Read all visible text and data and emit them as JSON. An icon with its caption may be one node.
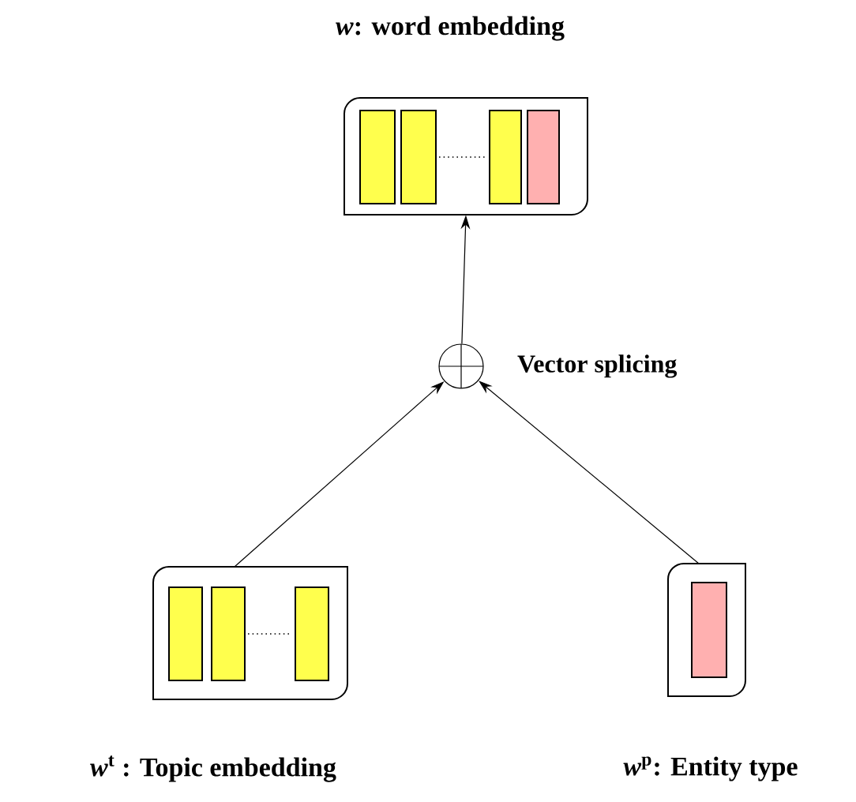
{
  "diagram": {
    "nodes": [
      {
        "text": [
          "*w*: word embedding"
        ]
      },
      {
        "text": [],
        "shape": "circle",
        "beside": [
          "Vector splicing"
        ]
      },
      {
        "text": [
          "*w*$^{t}$ : Topic embedding"
        ]
      },
      {
        "text": [
          "*w*$^{p}$: Entity type"
        ]
      }
    ],
    "edges": [
      {
        "from": 1,
        "to": 0,
        "arrow": "to"
      },
      {
        "from": 2,
        "to": 1,
        "arrow": "to"
      },
      {
        "from": 3,
        "to": 1,
        "arrow": "to"
      }
    ]
  }
}
